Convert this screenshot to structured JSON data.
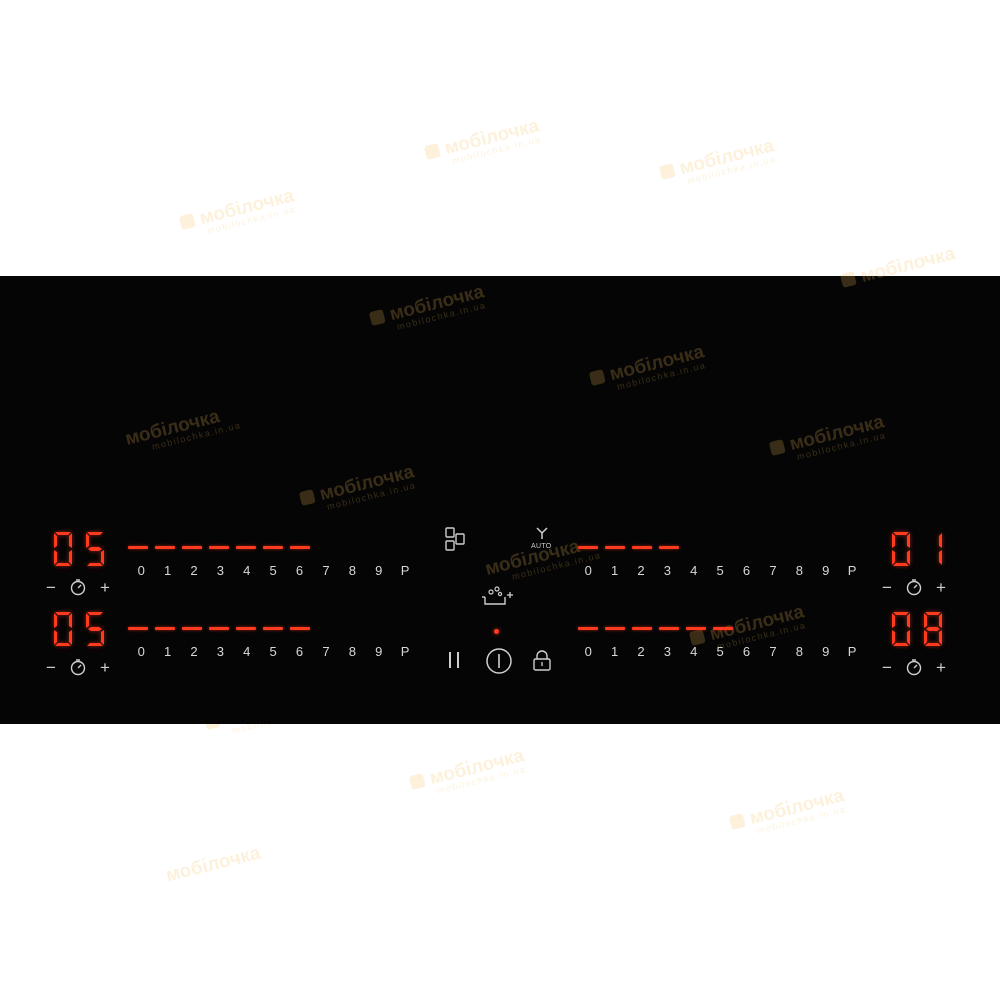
{
  "watermark": {
    "brand": "мобілочка",
    "url": "mobilochka.in.ua"
  },
  "zones": {
    "front_left": {
      "timer_display": [
        "0",
        "5"
      ],
      "level_dashes": 7,
      "scale": [
        "0",
        "1",
        "2",
        "3",
        "4",
        "5",
        "6",
        "7",
        "8",
        "9",
        "P"
      ],
      "timer_controls": {
        "minus": "−",
        "plus": "+"
      }
    },
    "rear_left": {
      "timer_display": [
        "0",
        "5"
      ],
      "level_dashes": 7,
      "scale": [
        "0",
        "1",
        "2",
        "3",
        "4",
        "5",
        "6",
        "7",
        "8",
        "9",
        "P"
      ],
      "timer_controls": {
        "minus": "−",
        "plus": "+"
      }
    },
    "front_right": {
      "timer_display": [
        "0",
        "1"
      ],
      "level_dashes": 4,
      "scale": [
        "0",
        "1",
        "2",
        "3",
        "4",
        "5",
        "6",
        "7",
        "8",
        "9",
        "P"
      ],
      "timer_controls": {
        "minus": "−",
        "plus": "+"
      }
    },
    "rear_right": {
      "timer_display": [
        "0",
        "8"
      ],
      "level_dashes": 6,
      "scale": [
        "0",
        "1",
        "2",
        "3",
        "4",
        "5",
        "6",
        "7",
        "8",
        "9",
        "P"
      ],
      "timer_controls": {
        "minus": "−",
        "plus": "+"
      }
    }
  },
  "center_controls": {
    "auto_label": "AUTO",
    "icons": [
      "bridge-zone-icon",
      "hob2hood-auto-icon",
      "boost-pot-icon",
      "pause-icon",
      "power-icon",
      "lock-icon"
    ]
  },
  "colors": {
    "display_red": "#ff3b1f",
    "panel": "#050505",
    "symbols": "#d8d8d8"
  }
}
